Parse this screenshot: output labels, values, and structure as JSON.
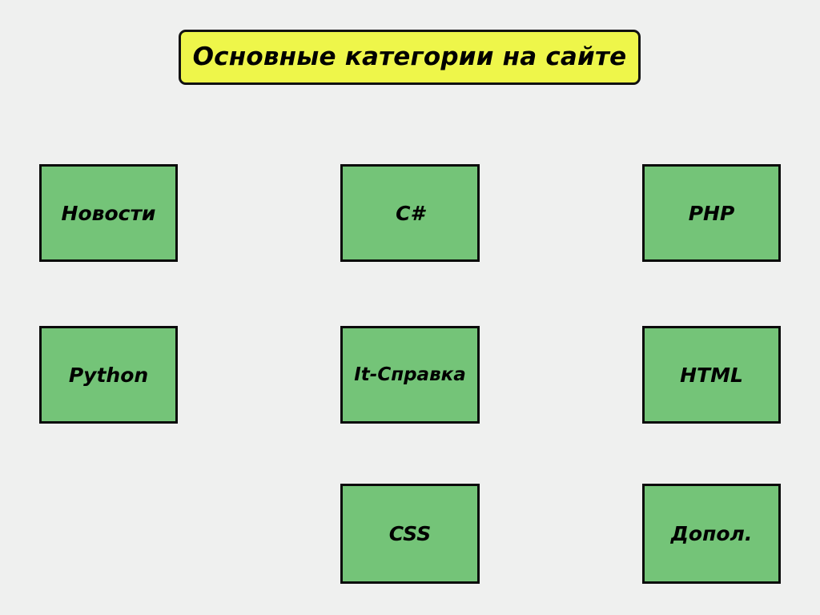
{
  "slide": {
    "background_color": "#eff0ef",
    "title": {
      "text": "Основные категории на сайте",
      "fill_color": "#eef64a",
      "border_color": "#111111",
      "text_color": "#000000"
    },
    "box_style": {
      "fill_color": "#74c478",
      "border_color": "#0a0a0a",
      "text_color": "#000000"
    },
    "categories": [
      {
        "label": "Новости",
        "column": "left",
        "row": 1
      },
      {
        "label": "C#",
        "column": "center",
        "row": 1
      },
      {
        "label": "PHP",
        "column": "right",
        "row": 1
      },
      {
        "label": "Python",
        "column": "left",
        "row": 2
      },
      {
        "label": "It-Справка",
        "column": "center",
        "row": 2
      },
      {
        "label": "HTML",
        "column": "right",
        "row": 2
      },
      {
        "label": "CSS",
        "column": "center",
        "row": 3
      },
      {
        "label": "Допол.",
        "column": "right",
        "row": 3
      }
    ]
  }
}
